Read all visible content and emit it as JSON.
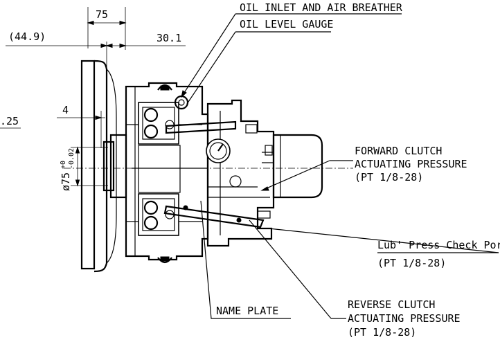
{
  "dimensions": {
    "width_75": "75",
    "width_44_9": "(44.9)",
    "width_30_1": "30.1",
    "width_4": "4",
    "partial_25": ".25",
    "diameter": "ø75",
    "tol_upper": "+0",
    "tol_lower": "-0.02"
  },
  "callouts": {
    "oil_inlet": "OIL INLET AND AIR BREATHER",
    "oil_level": "OIL LEVEL GAUGE",
    "forward_clutch": [
      "FORWARD CLUTCH",
      "ACTUATING PRESSURE",
      "(PT 1/8-28)"
    ],
    "lub_press_port": "Lub' Press Check Port",
    "lub_press_thread": "(PT 1/8-28)",
    "name_plate": "NAME PLATE",
    "reverse_clutch": [
      "REVERSE CLUTCH",
      "ACTUATING PRESSURE",
      "(PT 1/8-28)"
    ]
  }
}
